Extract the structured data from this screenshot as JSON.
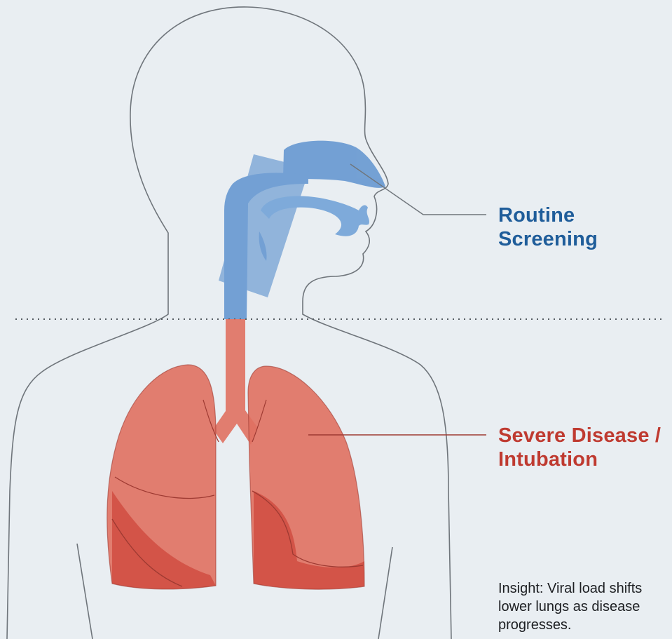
{
  "labels": {
    "upper": {
      "line1": "Routine",
      "line2": "Screening",
      "color": "#1f5d9a"
    },
    "lower": {
      "line1": "Severe Disease /",
      "line2": "Intubation",
      "color": "#bf3a30"
    }
  },
  "insight": {
    "line1": "Insight: Viral load shifts",
    "line2": "lower lungs as disease",
    "line3": "progresses."
  },
  "colors": {
    "upper_airway": "#5f93cf",
    "lungs": "#e07060",
    "outline": "#6f757b",
    "background": "#e9eef2"
  }
}
